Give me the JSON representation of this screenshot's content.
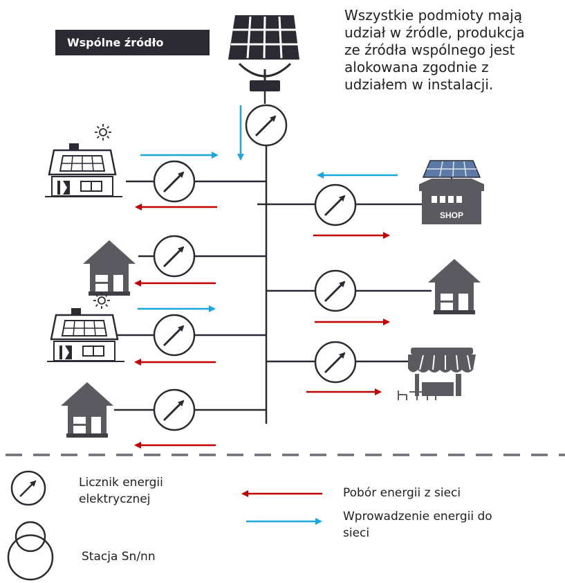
{
  "source_label": "Wspólne źródło",
  "description": "Wszystkie podmioty mają\nudział w źródle, produkcja\nze źródła wspólnego jest\nalokowana zgodnie z\nudziałem w instalacji.",
  "shop_sign": "SHOP",
  "legend": {
    "meter": "Licznik energii\nelektrycznej",
    "station": "Stacja Sn/nn",
    "consumption": "Pobór energii z sieci",
    "injection": "Wprowadzenie energii do\nsieci"
  },
  "colors": {
    "line": "#2b2a33",
    "consumption_arrow": "#c00000",
    "injection_arrow": "#1aa7e0",
    "dashed_line": "#6e6e78",
    "panel_blue": "#5d7aa6"
  }
}
